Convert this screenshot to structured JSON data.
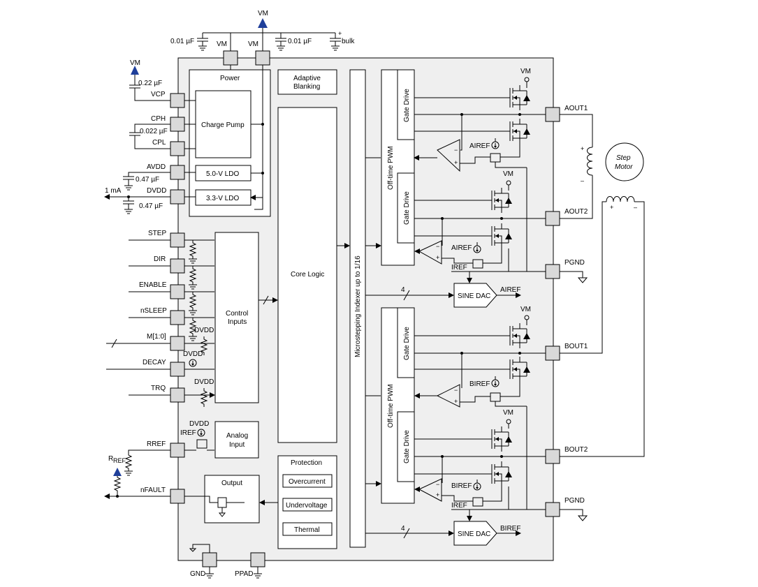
{
  "supply": {
    "vm": "VM",
    "cap_left": "0.01 µF",
    "cap_right": "0.01 µF",
    "bulk": "bulk",
    "plus": "+",
    "minus": "–"
  },
  "left_pins": {
    "vcp": "VCP",
    "vcp_cap": "0.22 µF",
    "cph": "CPH",
    "cp_cap": "0.022 µF",
    "cpl": "CPL",
    "avdd": "AVDD",
    "avdd_cap": "0.47 µF",
    "dvdd": "DVDD",
    "dvdd_cap": "0.47 µF",
    "dvdd_load": "1 mA",
    "step": "STEP",
    "dir": "DIR",
    "enable": "ENABLE",
    "nsleep": "nSLEEP",
    "m10": "M[1:0]",
    "decay": "DECAY",
    "trq": "TRQ",
    "rref": "RREF",
    "rref_res": "R",
    "rref_res_sub": "REF",
    "nfault": "nFAULT",
    "dvdd_pull": "DVDD",
    "iref": "IREF"
  },
  "blocks": {
    "power": "Power",
    "charge_pump": "Charge Pump",
    "ldo5": "5.0-V LDO",
    "ldo33": "3.3-V LDO",
    "adaptive1": "Adaptive",
    "adaptive2": "Blanking",
    "core_logic": "Core Logic",
    "control1": "Control",
    "control2": "Inputs",
    "analog1": "Analog",
    "analog2": "Input",
    "protection": "Protection",
    "overcurrent": "Overcurrent",
    "undervoltage": "Undervoltage",
    "thermal": "Thermal",
    "output": "Output",
    "indexer": "Microstepping Indexer up to 1/16",
    "offtime_pwm": "Off-time PWM",
    "gate_drive": "Gate Drive",
    "sine_dac": "SINE DAC",
    "bus_width": "4"
  },
  "right_pins": {
    "aout1": "AOUT1",
    "aout2": "AOUT2",
    "pgnd": "PGND",
    "bout1": "BOUT1",
    "bout2": "BOUT2"
  },
  "bottom_pins": {
    "gnd": "GND",
    "ppad": "PPAD"
  },
  "signals": {
    "airef": "AIREF",
    "biref": "BIREF",
    "iref": "IREF",
    "vm": "VM"
  },
  "motor": {
    "label1": "Step",
    "label2": "Motor"
  }
}
